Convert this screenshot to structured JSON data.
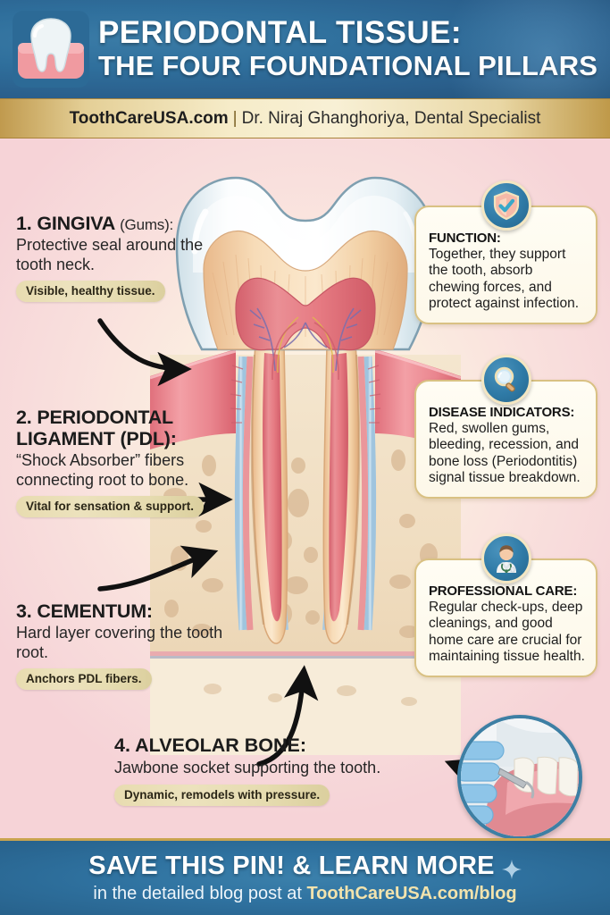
{
  "header": {
    "logo_icon": "tooth-in-gums-icon",
    "title_line1": "PERIODONTAL TISSUE:",
    "title_line2": "THE FOUR FOUNDATIONAL PILLARS",
    "bg_color": "#2f6f9c"
  },
  "byline": {
    "brand": "ToothCareUSA.com",
    "separator": "|",
    "credit": "Dr. Niraj Ghanghoriya, Dental Specialist",
    "band_color": "#f6ecc9"
  },
  "illustration": {
    "name": "molar-cross-section-diagram",
    "alt": "Cross-section of a molar tooth showing enamel, dentin, pulp, gingiva, periodontal ligament, cementum and alveolar bone"
  },
  "pillars": [
    {
      "number": "1.",
      "title": "GINGIVA",
      "title_sub": "(Gums):",
      "description": "Protective seal around the tooth neck.",
      "pill": "Visible, healthy tissue."
    },
    {
      "number": "2.",
      "title": "PERIODONTAL LIGAMENT (PDL):",
      "title_sub": "",
      "description": "“Shock Absorber” fibers connecting root to bone.",
      "pill": "Vital for sensation & support."
    },
    {
      "number": "3.",
      "title": "CEMENTUM:",
      "title_sub": "",
      "description": "Hard layer covering the tooth root.",
      "pill": "Anchors PDL fibers."
    },
    {
      "number": "4.",
      "title": "ALVEOLAR BONE:",
      "title_sub": "",
      "description": "Jawbone socket supporting the tooth.",
      "pill": "Dynamic, remodels with pressure."
    }
  ],
  "cards": [
    {
      "icon": "shield-check-icon",
      "title": "FUNCTION:",
      "body": "Together, they support the tooth, absorb chewing forces, and protect against infection."
    },
    {
      "icon": "magnifying-glass-icon",
      "title": "DISEASE INDICATORS:",
      "body": "Red, swollen gums, bleeding, recession, and bone loss (Periodontitis) signal tissue breakdown."
    },
    {
      "icon": "dentist-doctor-icon",
      "title": "PROFESSIONAL CARE:",
      "body": "Regular check-ups, deep cleanings, and good home care are crucial for maintaining tissue health."
    }
  ],
  "photo": {
    "name": "gum-examination-photo",
    "alt": "Gloved hand using a dental probe to examine gums and teeth"
  },
  "footer": {
    "line1": "SAVE THIS PIN! & LEARN MORE",
    "sparkle_icon": "sparkle-icon",
    "line2_prefix": "in the detailed blog post at ",
    "line2_link": "ToothCareUSA.com/blog",
    "bg_color": "#2f72a0",
    "link_color": "#f2e3ad"
  }
}
